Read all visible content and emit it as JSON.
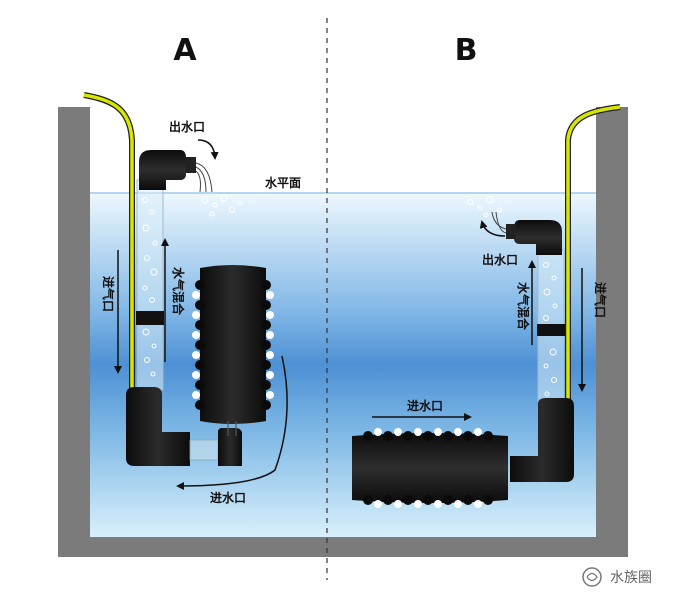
{
  "panels": {
    "left": "A",
    "right": "B"
  },
  "labels": {
    "water_level": "水平面",
    "outlet": "出水口",
    "inlet": "进水口",
    "air_water_mix": "水气混合",
    "air_inlet": "进气口"
  },
  "watermark": "水族圈",
  "colors": {
    "wall": "#7b7b7b",
    "water_top": "#e9f6fd",
    "water_mid": "#4f93d6",
    "water_bottom": "#d4eef9",
    "tube": "#d9e600",
    "pump": "#111111"
  }
}
